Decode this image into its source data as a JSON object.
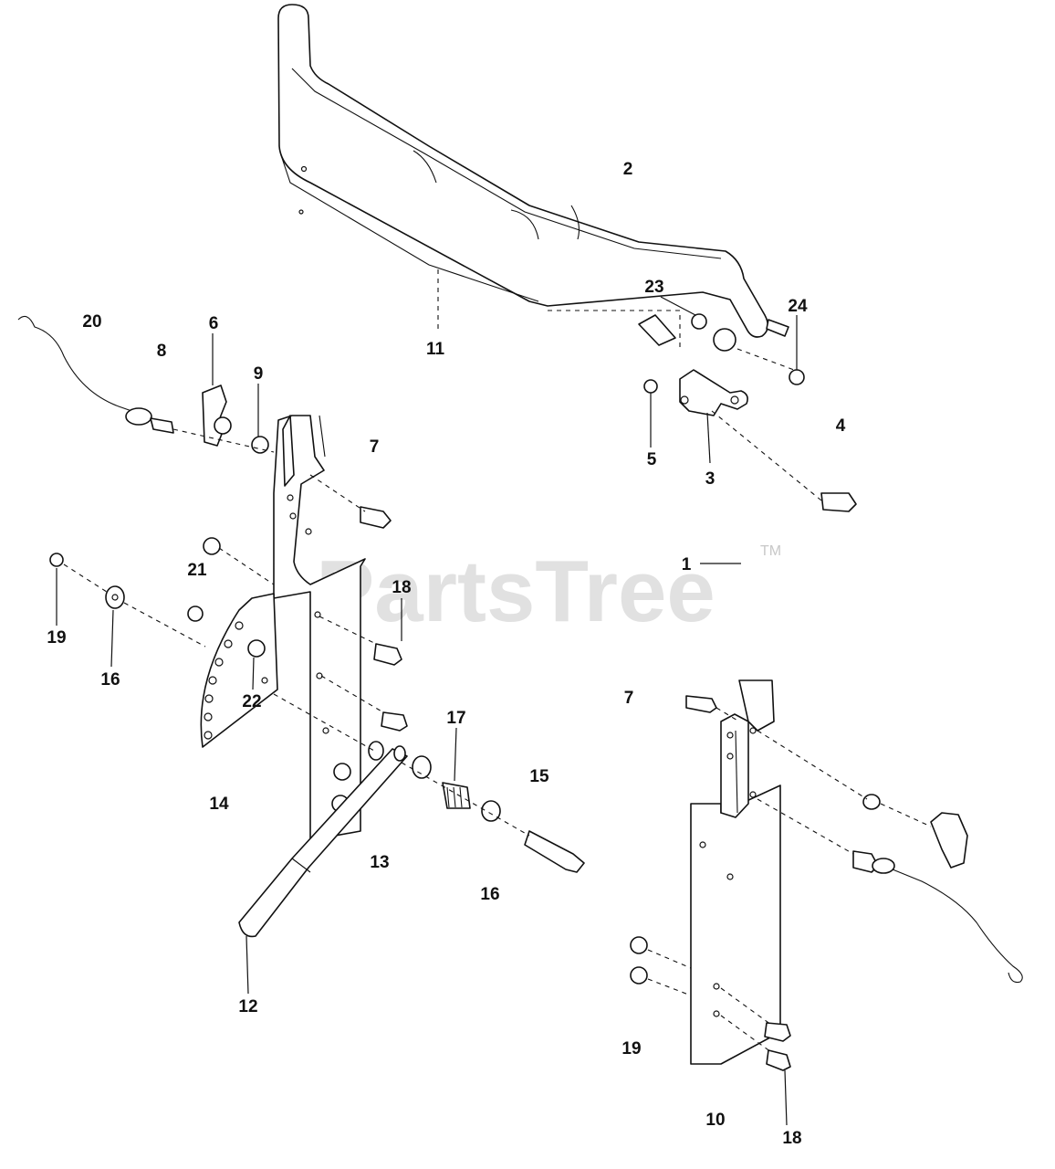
{
  "watermark": {
    "text": "PartsTree",
    "trademark": "TM"
  },
  "callouts": {
    "c1": "1",
    "c2": "2",
    "c3": "3",
    "c4": "4",
    "c5": "5",
    "c6": "6",
    "c7a": "7",
    "c7b": "7",
    "c8": "8",
    "c9": "9",
    "c10": "10",
    "c11": "11",
    "c12": "12",
    "c13": "13",
    "c14": "14",
    "c15": "15",
    "c16a": "16",
    "c16b": "16",
    "c17": "17",
    "c18a": "18",
    "c18b": "18",
    "c19a": "19",
    "c19b": "19",
    "c20": "20",
    "c21": "21",
    "c22": "22",
    "c23": "23",
    "c24": "24"
  }
}
